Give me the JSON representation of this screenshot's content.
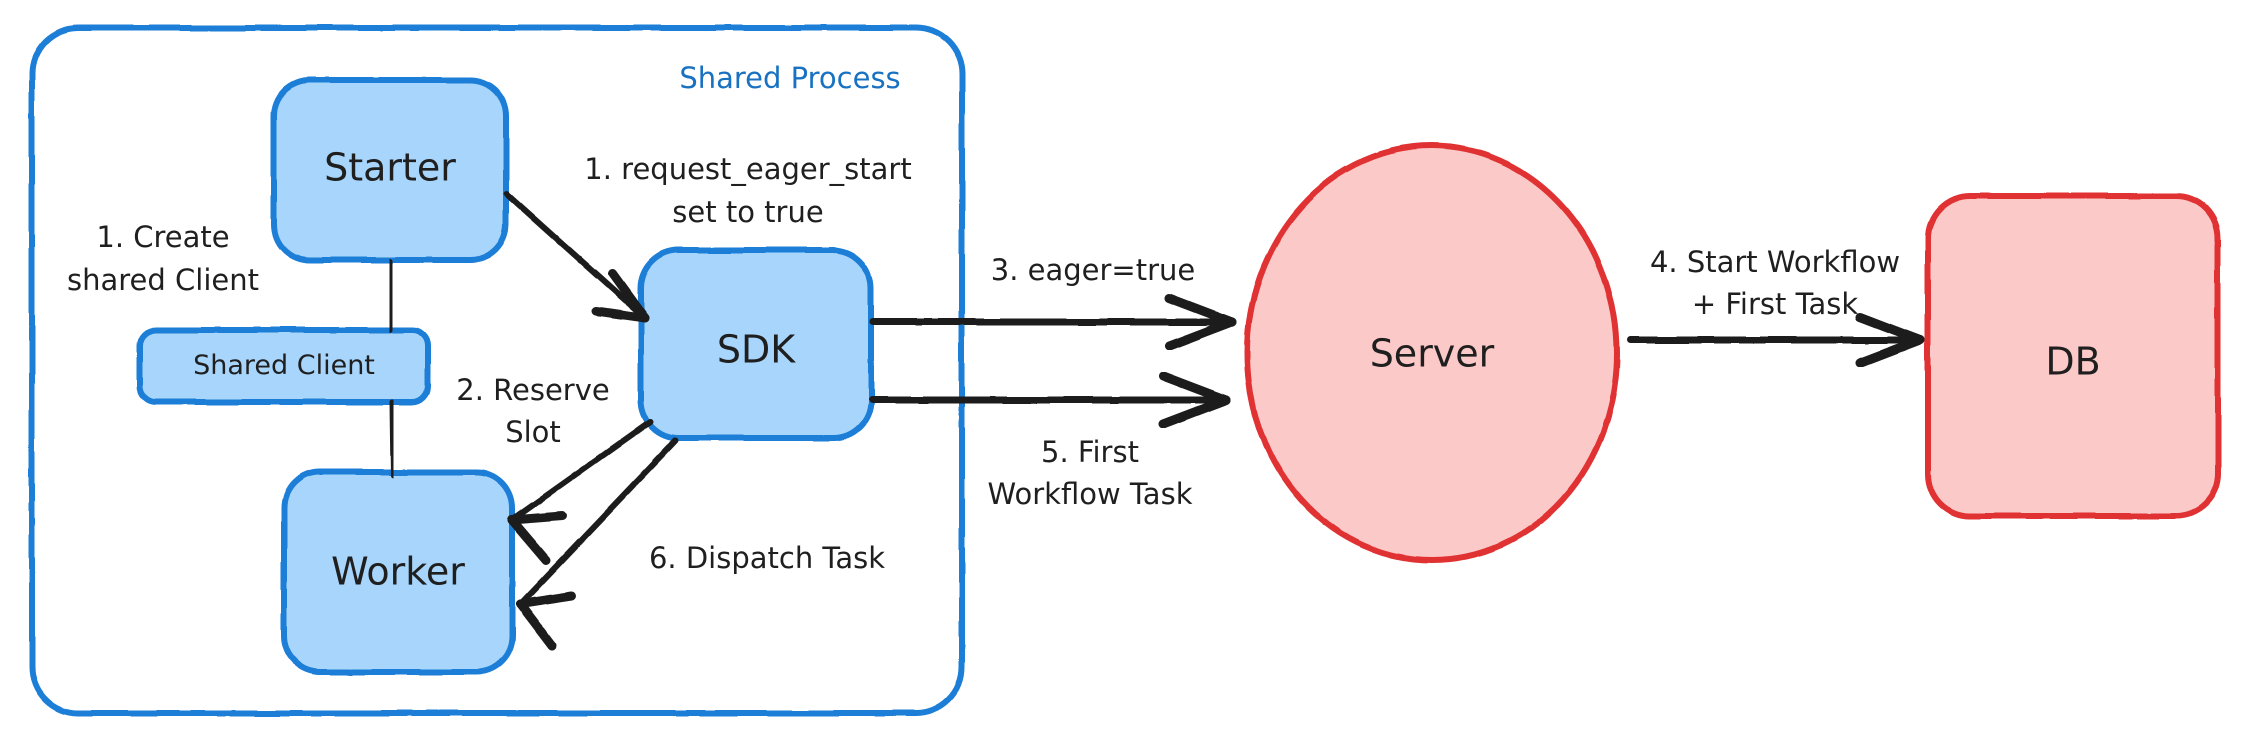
{
  "diagram": {
    "title": "Eager Workflow Start sequence",
    "type": "flow-diagram",
    "colors": {
      "blue_fill": "#a8d5fb",
      "blue_stroke": "#1c7ed6",
      "red_fill": "#fcc9c9",
      "red_stroke": "#e03131",
      "arrow": "#1f1f1f",
      "group_label": "#1971c2",
      "background": "#ffffff"
    },
    "groups": [
      {
        "id": "shared-process",
        "label": "Shared Process",
        "label_color": "#1971c2"
      }
    ],
    "nodes": [
      {
        "id": "starter",
        "label": "Starter",
        "shape": "rounded-rect",
        "fill": "#a8d5fb",
        "stroke": "#1c7ed6"
      },
      {
        "id": "shared-client",
        "label": "Shared Client",
        "shape": "rounded-rect",
        "fill": "#a8d5fb",
        "stroke": "#1c7ed6"
      },
      {
        "id": "worker",
        "label": "Worker",
        "shape": "rounded-rect",
        "fill": "#a8d5fb",
        "stroke": "#1c7ed6"
      },
      {
        "id": "sdk",
        "label": "SDK",
        "shape": "rounded-rect",
        "fill": "#a8d5fb",
        "stroke": "#1c7ed6"
      },
      {
        "id": "server",
        "label": "Server",
        "shape": "ellipse",
        "fill": "#fcc9c9",
        "stroke": "#e03131"
      },
      {
        "id": "db",
        "label": "DB",
        "shape": "rounded-rect",
        "fill": "#fcc9c9",
        "stroke": "#e03131"
      }
    ],
    "edges": [
      {
        "id": "e-starter-client",
        "from": "starter",
        "to": "worker",
        "label": "1. Create\nshared Client",
        "arrow": false
      },
      {
        "id": "e-starter-sdk",
        "from": "starter",
        "to": "sdk",
        "label": "1. request_eager_start\nset to true",
        "arrow": true
      },
      {
        "id": "e-sdk-worker-reserve",
        "from": "sdk",
        "to": "worker",
        "label": "2. Reserve\nSlot",
        "arrow": true
      },
      {
        "id": "e-sdk-server-eager",
        "from": "sdk",
        "to": "server",
        "label": "3. eager=true",
        "arrow": true
      },
      {
        "id": "e-server-db",
        "from": "server",
        "to": "db",
        "label": "4. Start Workflow\n+ First Task",
        "arrow": true
      },
      {
        "id": "e-server-sdk-task",
        "from": "sdk",
        "to": "server",
        "label": "5. First\nWorkflow Task",
        "arrow": true
      },
      {
        "id": "e-sdk-worker-dispatch",
        "from": "sdk",
        "to": "worker",
        "label": "6. Dispatch Task",
        "arrow": true
      }
    ],
    "labels": {
      "shared_process": "Shared Process",
      "starter": "Starter",
      "shared_client": "Shared Client",
      "worker": "Worker",
      "sdk": "SDK",
      "server": "Server",
      "db": "DB",
      "step1_create_line1": "1. Create",
      "step1_create_line2": "shared Client",
      "step1_eager_line1": "1. request_eager_start",
      "step1_eager_line2": "set to true",
      "step2_line1": "2. Reserve",
      "step2_line2": "Slot",
      "step3": "3. eager=true",
      "step4_line1": "4. Start Workflow",
      "step4_line2": "+ First Task",
      "step5_line1": "5. First",
      "step5_line2": "Workflow Task",
      "step6": "6. Dispatch Task"
    }
  }
}
